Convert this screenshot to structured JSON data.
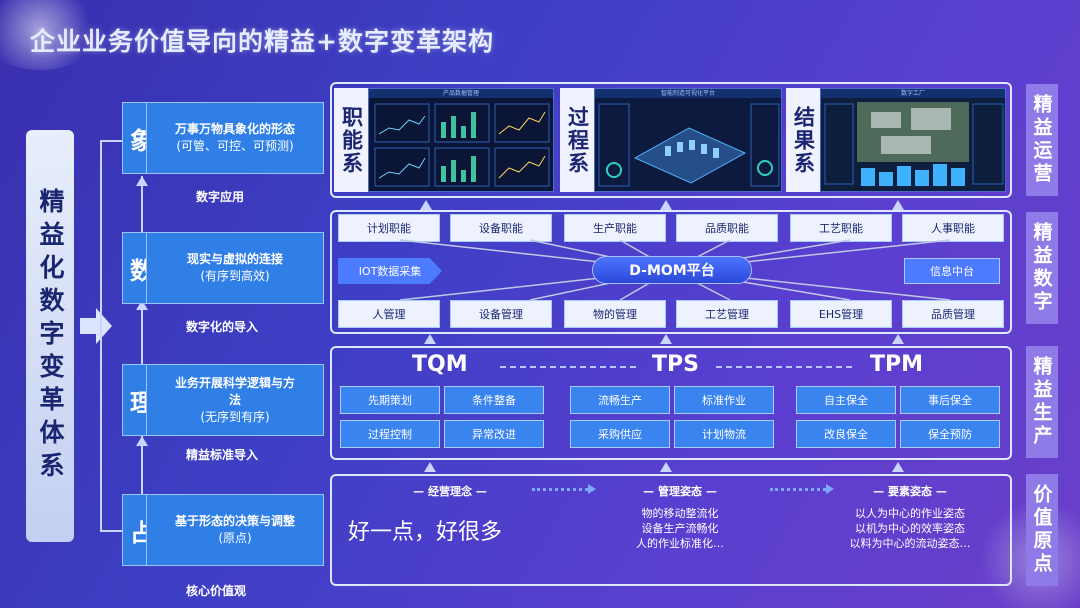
{
  "title": "企业业务价值导向的精益+数字变革架构",
  "left_title": "精益化数字变革体系",
  "levels": [
    {
      "char": "象",
      "text": "万事万物具象化的形态",
      "sub": "(可管、可控、可预测)",
      "caption": "数字应用"
    },
    {
      "char": "数",
      "text": "现实与虚拟的连接",
      "sub": "(有序到高效)",
      "caption": "数字化的导入"
    },
    {
      "char": "理",
      "text": "业务开展科学逻辑与方法",
      "sub": "(无序到有序)",
      "caption": "精益标准导入"
    },
    {
      "char": "占",
      "text": "基于形态的决策与调整",
      "sub": "(原点)",
      "caption": "核心价值观"
    }
  ],
  "right_labels": [
    "精益运营",
    "精益数字",
    "精益生产",
    "价值原点"
  ],
  "dashboards": [
    {
      "label": "职能系",
      "screen_title": "产品数据管理"
    },
    {
      "label": "过程系",
      "screen_title": "智能制造可视化平台"
    },
    {
      "label": "结果系",
      "screen_title": "数字工厂"
    }
  ],
  "functions_top": [
    "计划职能",
    "设备职能",
    "生产职能",
    "品质职能",
    "工艺职能",
    "人事职能"
  ],
  "platform": {
    "left": "IOT数据采集",
    "center": "D-MOM平台",
    "right": "信息中台"
  },
  "functions_bottom": [
    "人管理",
    "设备管理",
    "物的管理",
    "工艺管理",
    "EHS管理",
    "品质管理"
  ],
  "systems": [
    {
      "name": "TQM",
      "items": [
        "先期策划",
        "条件整备",
        "过程控制",
        "异常改进"
      ]
    },
    {
      "name": "TPS",
      "items": [
        "流畅生产",
        "标准作业",
        "采购供应",
        "计划物流"
      ]
    },
    {
      "name": "TPM",
      "items": [
        "自主保全",
        "事后保全",
        "改良保全",
        "保全预防"
      ]
    }
  ],
  "origin": {
    "slogan": "好一点，好很多",
    "columns": [
      {
        "head": "— 经营理念 —",
        "lines": []
      },
      {
        "head": "— 管理姿态 —",
        "lines": [
          "物的移动整流化",
          "设备生产流畅化",
          "人的作业标准化…"
        ]
      },
      {
        "head": "— 要素姿态 —",
        "lines": [
          "以人为中心的作业姿态",
          "以机为中心的效率姿态",
          "以料为中心的流动姿态…"
        ]
      }
    ]
  },
  "colors": {
    "accent": "#2f7fe6",
    "label_purple": "#8f7be8",
    "background": "#3c3fc4"
  }
}
